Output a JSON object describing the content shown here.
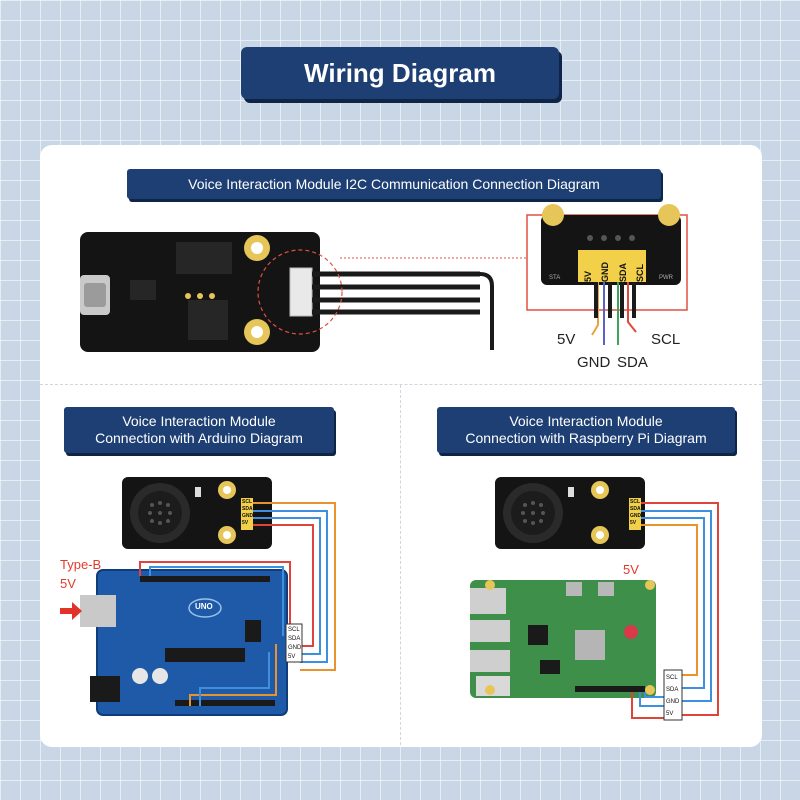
{
  "page_title": "Wiring Diagram",
  "i2c_section": {
    "title": "Voice Interaction Module I2C Communication Connection Diagram",
    "pins": [
      "5V",
      "GND",
      "SDA",
      "SCL"
    ],
    "silk_left": "STA",
    "silk_right": "PWR",
    "labels": {
      "v5": "5V",
      "gnd": "GND",
      "sda": "SDA",
      "scl": "SCL"
    }
  },
  "arduino_section": {
    "title_line1": "Voice Interaction Module",
    "title_line2": "Connection with Arduino Diagram",
    "type_b_label": "Type-B",
    "power_label": "5V",
    "board_logo": "UNO",
    "pins": [
      "SCL",
      "SDA",
      "GND",
      "5V"
    ]
  },
  "rpi_section": {
    "title_line1": "Voice Interaction Module",
    "title_line2": "Connection with Raspberry Pi Diagram",
    "power_label": "5V",
    "pins": [
      "SCL",
      "SDA",
      "GND",
      "5V"
    ]
  },
  "wire_colors": {
    "v5": "#e8a33a",
    "gnd": "#5b5fc7",
    "sda": "#3aa55a",
    "scl": "#e04a3a",
    "blue": "#3d8fe0",
    "red": "#e0433a",
    "orange": "#e8932e"
  }
}
